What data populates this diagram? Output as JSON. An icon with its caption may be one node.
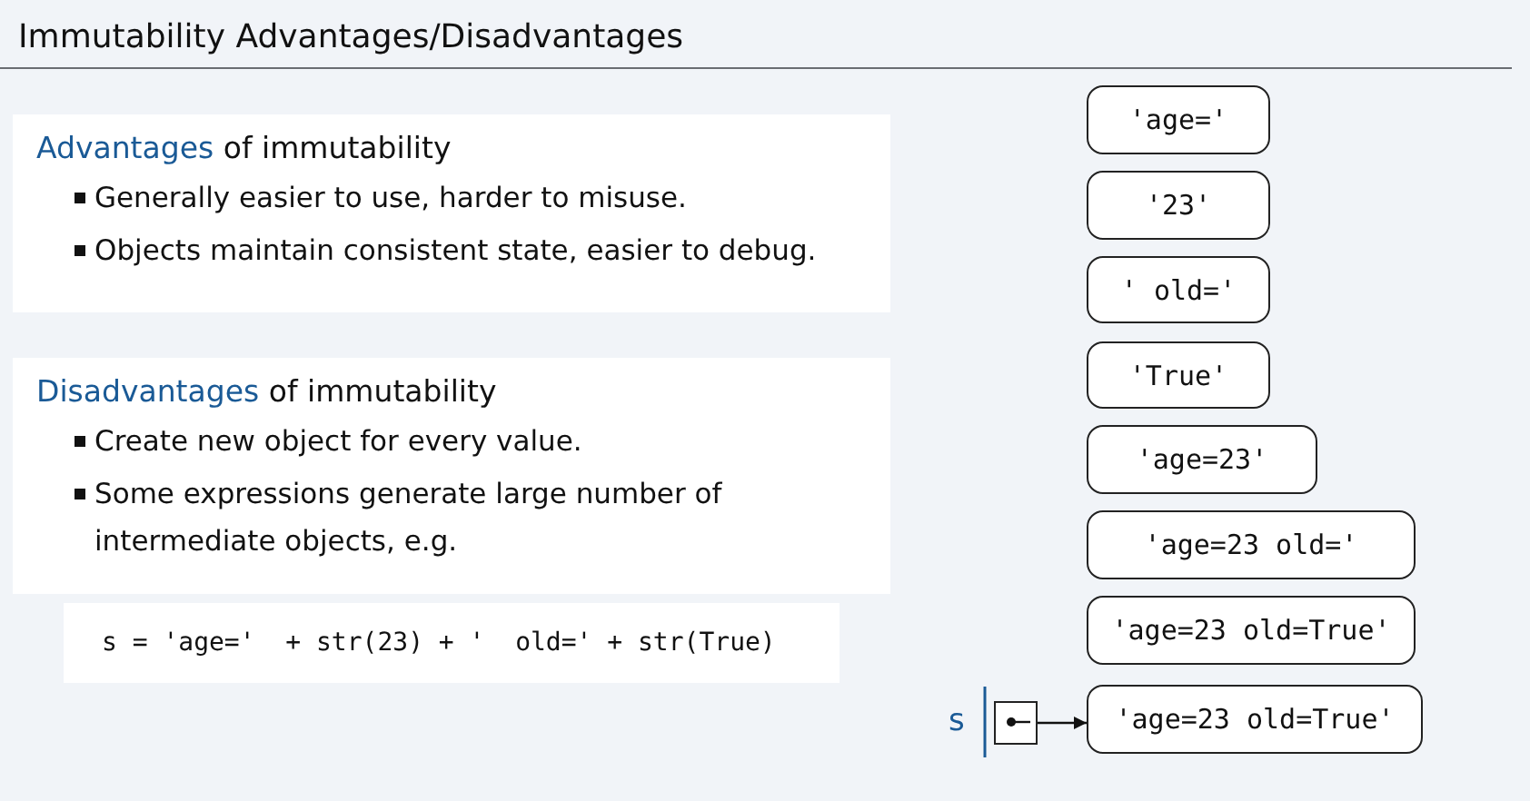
{
  "diagram": {
    "title": "Immutability Advantages/Disadvantages",
    "nodes": [
      {
        "text": [
          "Advantages of immutability",
          "Generally easier to use, harder to misuse.",
          "Objects maintain consistent state, easier to debug."
        ]
      },
      {
        "text": [
          "Disadvantages of immutability",
          "Create new object for every value.",
          "Some expressions generate large number of intermediate objects, e.g."
        ]
      },
      {
        "text": [
          "s = 'age='  + str(23) + '  old=' + str(True)"
        ]
      },
      {
        "text": [
          "'age='"
        ]
      },
      {
        "text": [
          "'23'"
        ]
      },
      {
        "text": [
          "' old='"
        ]
      },
      {
        "text": [
          "'True'"
        ]
      },
      {
        "text": [
          "'age=23'"
        ]
      },
      {
        "text": [
          "'age=23 old='"
        ]
      },
      {
        "text": [
          "'age=23 old=True'"
        ]
      },
      {
        "text": [
          "'age=23 old=True'"
        ]
      },
      {
        "text": [],
        "shape": "box",
        "beside": [
          "s"
        ]
      }
    ],
    "edges": [
      {
        "from": 11,
        "to": 10,
        "arrow": "to"
      }
    ]
  }
}
